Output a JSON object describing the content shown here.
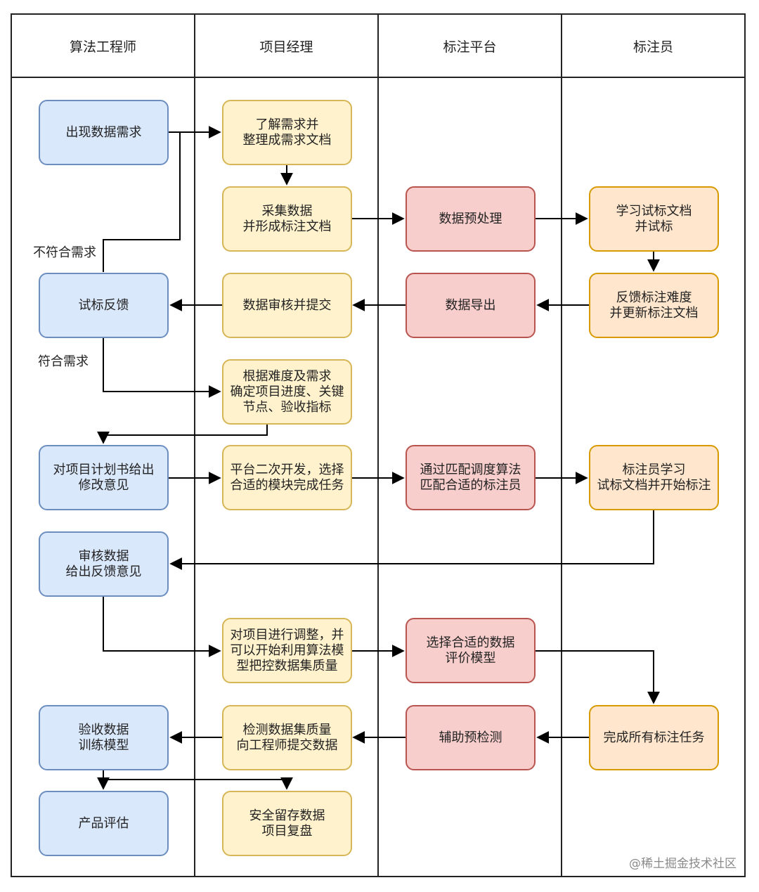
{
  "lanes": [
    "算法工程师",
    "项目经理",
    "标注平台",
    "标注员"
  ],
  "nodes": {
    "n1": {
      "text": "出现数据需求",
      "color": "blue"
    },
    "n2": {
      "text": "了解需求并\n整理成需求文档",
      "color": "yellow"
    },
    "n3": {
      "text": "采集数据\n并形成标注文档",
      "color": "yellow"
    },
    "n4": {
      "text": "数据预处理",
      "color": "red"
    },
    "n5": {
      "text": "学习试标文档\n并试标",
      "color": "orange"
    },
    "n6": {
      "text": "反馈标注难度\n并更新标注文档",
      "color": "orange"
    },
    "n7": {
      "text": "数据导出",
      "color": "red"
    },
    "n8": {
      "text": "数据审核并提交",
      "color": "yellow"
    },
    "n9": {
      "text": "试标反馈",
      "color": "blue"
    },
    "n10": {
      "text": "根据难度及需求\n确定项目进度、关键\n节点、验收指标",
      "color": "yellow"
    },
    "n11": {
      "text": "对项目计划书给出\n修改意见",
      "color": "blue"
    },
    "n12": {
      "text": "平台二次开发，选择\n合适的模块完成任务",
      "color": "yellow"
    },
    "n13": {
      "text": "通过匹配调度算法\n匹配合适的标注员",
      "color": "red"
    },
    "n14": {
      "text": "标注员学习\n试标文档并开始标注",
      "color": "orange"
    },
    "n15": {
      "text": "审核数据\n给出反馈意见",
      "color": "blue"
    },
    "n16": {
      "text": "对项目进行调整，并\n可以开始利用算法模\n型把控数据集质量",
      "color": "yellow"
    },
    "n17": {
      "text": "选择合适的数据\n评价模型",
      "color": "red"
    },
    "n18": {
      "text": "完成所有标注任务",
      "color": "orange"
    },
    "n19": {
      "text": "辅助预检测",
      "color": "red"
    },
    "n20": {
      "text": "检测数据集质量\n向工程师提交数据",
      "color": "yellow"
    },
    "n21": {
      "text": "验收数据\n训练模型",
      "color": "blue"
    },
    "n22": {
      "text": "产品评估",
      "color": "blue"
    },
    "n23": {
      "text": "安全留存数据\n项目复盘",
      "color": "yellow"
    }
  },
  "edge_labels": {
    "not_meet": "不符合需求",
    "meet": "符合需求"
  },
  "watermark": "@稀土掘金技术社区"
}
